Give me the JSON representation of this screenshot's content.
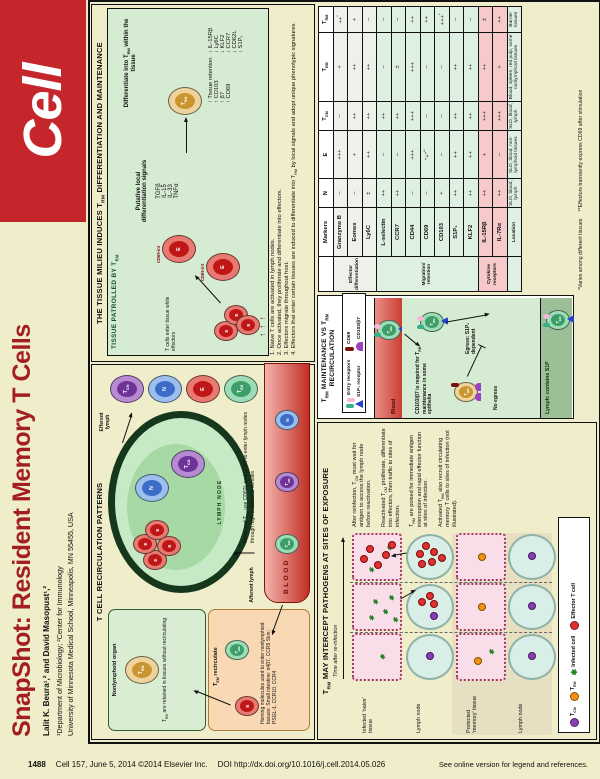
{
  "colors": {
    "page_bg": "#f0edca",
    "logo_red": "#c5262c",
    "title_red": "#a21e22",
    "panel_green": "#d6ecd2",
    "tissue_pink": "#f9dde8",
    "table_green": "#ddf0e2",
    "table_pink": "#f6caca",
    "blood_red": "#c93a30",
    "lymph_dark_green": "#9cbf97",
    "n_blue": "#3c6cc8",
    "e_red": "#bf1717",
    "tcm_purple": "#6d3397",
    "tem_green": "#3e9e68",
    "trm_tan": "#c9952f",
    "trm_orange": "#f5920f",
    "infected_green": "#1e7e1e"
  },
  "logo": {
    "text": "Cell"
  },
  "header": {
    "title": "SnapShot: Resident Memory T Cells",
    "authors": "Lalit K. Beura¹,² and David Masopust¹,²",
    "affiliation1": "¹Department of Microbiology; ²Center for Immunology",
    "affiliation2": "University of Minnesota Medical School, Minneapolis, MN 55455, USA"
  },
  "cells": {
    "n": "N",
    "e": "E",
    "tcm": "T~CM~",
    "tem": "T~EM~",
    "trm": "T~RM~"
  },
  "panelA": {
    "title": "T CELL RECIRCULATION PATTERNS",
    "nonlymphoid_label": "Nonlymphoid organ",
    "trm_caption": "T~RM~ are retained in tissues without recirculating",
    "tem_caption": "T~EM~ recirculate",
    "homing_note": "Homing molecules used to enter nonlymphoid tissues: Small intestine: α4β7, CCR9 Skin: PSGL-1, CCR10, CCR4",
    "lymph_node_label": "LYMPH NODE",
    "efferent_label": "Efferent lymph",
    "afferent_label": "Afferent lymph",
    "blood_label": "BLOOD",
    "hev_note": "Naive and T~CM~ use CD62L and CCR7 to enter lymph nodes through high endothelial venules"
  },
  "panelB": {
    "title": "THE TISSUE MILIEU INDUCES T~RM~ DIFFERENTIATION AND MAINTENANCE",
    "subtitle": "TISSUE PATROLLED BY T~RM~",
    "enter_caption": "T cells enter tissue while effectors",
    "effector_label": "CD69-int",
    "signals_title": "Putative local differentiation signals",
    "signals": [
      "TGFβ",
      "IL-15",
      "IL-33",
      "TNFα"
    ],
    "diff_title": "Differentiate into T~RM~ within the tissue",
    "upregulated": [
      "↑ Tissue retention",
      "↑ CD103",
      "↑ β7",
      "↑ CD69"
    ],
    "downregulated": [
      "↓ IL-15Rβ",
      "↓ Ly6C",
      "↓ KLF2",
      "↓ CCR7",
      "↓ CD62L",
      "↓ S1P₁"
    ],
    "notes": [
      "1. Naive T cells are activated in lymph nodes.",
      "2. Once activated, they proliferate and differentiate into effectors.",
      "3. Effectors migrate throughout host.",
      "4. Effectors that enter certain tissues are induced to differentiate into T~RM~ by local signals and adopt unique phenotypic signatures."
    ]
  },
  "panelC": {
    "title": "T~RM~ MAY INTERCEPT PATHOGENS AT SITES OF EXPOSURE",
    "time_axis": "Time after re-infection",
    "row_labels": [
      "Infected 'naive' tissue",
      "Lymph node",
      "Protected 'memory' tissue",
      "Lymph node"
    ],
    "paragraphs": [
      "After reinfection, T~CM~ must wait for antigen to access the lymph node before reactivation.",
      "Reactivated T~CM~ proliferate, differentiate into effectors, then traffic to sites of infection.",
      "T~RM~ are poised for immediate antigen interception and rapid effector function at sites of infection.",
      "Activated T~RM~ also recruit circulating memory T cells to sites of infection (not illustrated)."
    ],
    "legend": [
      {
        "icon": "tcm-dot-icon",
        "label": "T~CM~"
      },
      {
        "icon": "trm-dot-icon",
        "label": "T~RM~"
      },
      {
        "icon": "infected-cell-icon",
        "label": "Infected cell"
      },
      {
        "icon": "effector-dot-icon",
        "label": "Effector T cell"
      }
    ]
  },
  "panelD": {
    "title": "T~RM~ MAINTENANCE VS T~RM~ RECIRCULATION",
    "legend": [
      {
        "icon": "entry-receptors-icon",
        "label": "Entry receptors"
      },
      {
        "icon": "cd69-icon",
        "label": "CD69"
      },
      {
        "icon": "s1p1-receptor-icon",
        "label": "S1P₁ receptor"
      },
      {
        "icon": "cd103-icon",
        "label": "CD103/β7"
      }
    ],
    "blood_label": "Blood",
    "cd103_note": "CD103/β7 is required for T~RM~ maintenance in some epithelia",
    "no_egress": "No egress",
    "egress": "Egress: S1P₁ dependent",
    "lymph_label": "Lymph: contains S1P"
  },
  "table": {
    "headers": [
      "Markers",
      "N",
      "E",
      "T~CM~",
      "T~EM~",
      "T~RM~"
    ],
    "groups": [
      {
        "label": "Effector differentiation",
        "cls": "g-white",
        "rows": [
          [
            "Granzyme B",
            "–",
            "+++",
            "–",
            "+",
            "++^*^"
          ],
          [
            "Eomes",
            "–",
            "+",
            "++",
            "++",
            "+"
          ],
          [
            "Ly6C",
            "±",
            "++",
            "++",
            "++",
            "–"
          ]
        ]
      },
      {
        "label": "Migration/ retention",
        "cls": "g-green",
        "rows": [
          [
            "L-selectin",
            "++",
            "–",
            "++",
            "–",
            "–"
          ],
          [
            "CCR7",
            "++",
            "–",
            "++",
            "±",
            "–"
          ],
          [
            "CD44",
            "–",
            "+++",
            "+++",
            "+++",
            "++"
          ],
          [
            "CD69",
            "–",
            "\"+\"^**^",
            "–",
            "–",
            "++"
          ],
          [
            "CD103",
            "+",
            "–",
            "–",
            "–",
            "+++^*^"
          ],
          [
            "S1P₁",
            "++",
            "++",
            "++",
            "++",
            "–"
          ],
          [
            "KLF2",
            "++",
            "++",
            "++",
            "++",
            "–"
          ]
        ]
      },
      {
        "label": "Cytokine receptors",
        "cls": "g-pink",
        "rows": [
          [
            "IL-15Rβ",
            "++",
            "+",
            "+++",
            "++",
            "±"
          ],
          [
            "IL-7Rα",
            "++",
            "–",
            "+++",
            "+",
            "++"
          ]
        ]
      }
    ],
    "location_row": [
      "Location",
      "SLO, blood, lymph",
      "SLO, blood, non- lymphoid tissues",
      "SLO, blood, lymph",
      "Blood, spleen, red pulp, some nonlymphoid tissues",
      "Barrier tissues"
    ],
    "footnote1": "*Varies among different tissues",
    "footnote2": "**Effectors transiently express CD69 after stimulation"
  },
  "footer": {
    "page_number": "1488",
    "citation": "Cell 157, June 5, 2014 ©2014 Elsevier Inc.",
    "doi": "DOI http://dx.doi.org/10.1016/j.cell.2014.05.026",
    "note": "See online version for legend and references."
  }
}
